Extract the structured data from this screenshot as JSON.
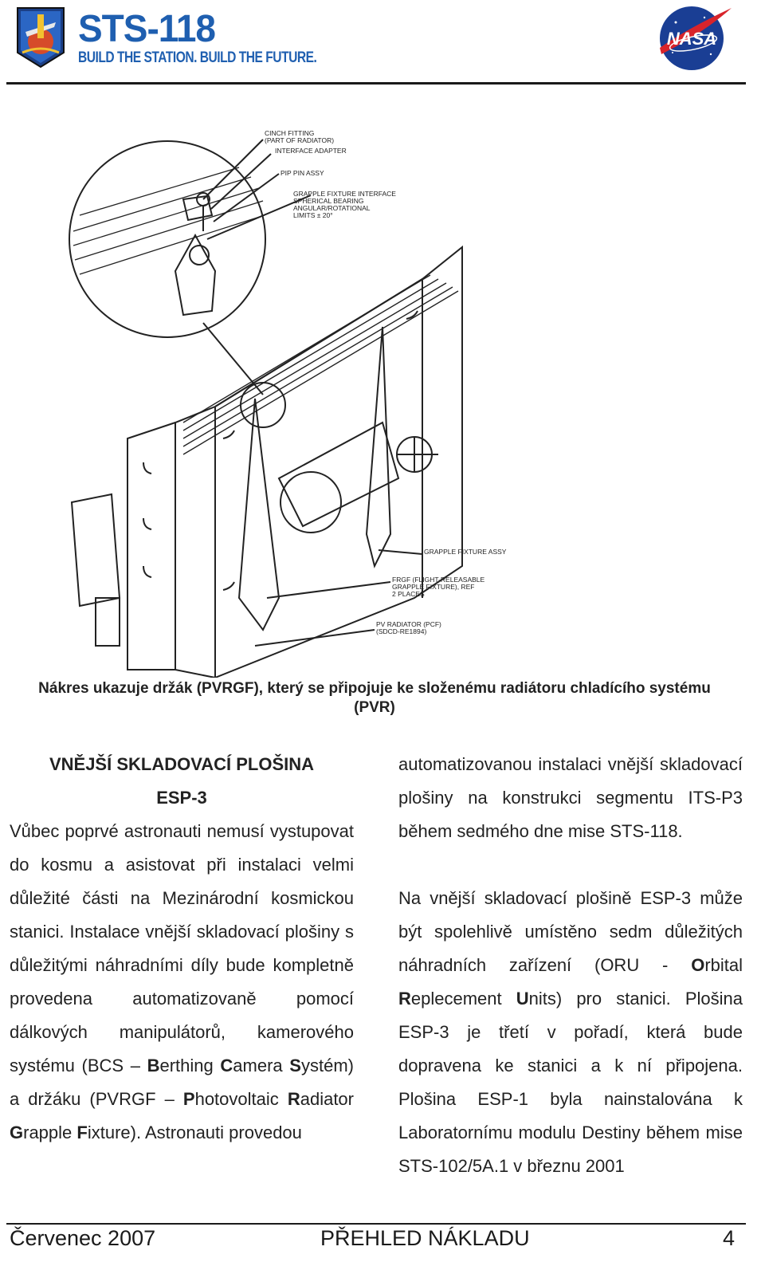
{
  "header": {
    "mission_name": "STS-118",
    "tagline": "BUILD THE STATION. BUILD THE FUTURE.",
    "logo_text": "NASA"
  },
  "figure": {
    "labels": [
      "CINCH FITTING",
      "(PART OF RADIATOR)",
      "INTERFACE ADAPTER",
      "PIP PIN ASSY",
      "GRAPPLE FIXTURE INTERFACE",
      "SPHERICAL BEARING",
      "ANGULAR/ROTATIONAL",
      "LIMITS ± 20°",
      "GRAPPLE FIXTURE ASSY",
      "FRGF (FLIGHT-RELEASABLE",
      "GRAPPLE FIXTURE), REF",
      "2 PLACES",
      "PV RADIATOR (PCF)",
      "(SDCD-RE1894)"
    ]
  },
  "caption": {
    "line1": "Nákres ukazuje držák (PVRGF), který se připojuje ke složenému radiátoru chladícího systému",
    "line2": "(PVR)"
  },
  "article": {
    "heading1": "VNĚJŠÍ SKLADOVACÍ PLOŠINA",
    "heading2": "ESP-3",
    "p1_a": "Vůbec poprvé astronauti nemusí vystupovat do kosmu a asistovat při instalaci velmi důležité části na Mezinárodní kosmickou stanici. Instalace vnější skladovací plošiny s důležitými náhradními díly bude kompletně provedena automatizovaně pomocí dálkových manipulátorů, kamerového systému (BCS – ",
    "p1_b1": "B",
    "p1_b1_rest": "erthing ",
    "p1_c1": "C",
    "p1_c1_rest": "amera ",
    "p1_s1": "S",
    "p1_s1_rest": "ystém) a držáku (PVRGF – ",
    "p1_p1": "P",
    "p1_p1_rest": "hotovoltaic ",
    "p1_r1": "R",
    "p1_r1_rest": "adiator ",
    "p1_g1": "G",
    "p1_g1_rest": "rapple ",
    "p1_f1": "F",
    "p1_f1_rest": "ixture). Astronauti provedou automatizovanou instalaci vnější skladovací plošiny na konstrukci segmentu ITS-P3 během sedmého dne mise STS-118.",
    "p2_a": "Na vnější skladovací plošině ESP-3 může být spolehlivě umístěno sedm důležitých náhradních zařízení (ORU - ",
    "p2_o": "O",
    "p2_o_rest": "rbital ",
    "p2_r": "R",
    "p2_r_rest": "eplecement ",
    "p2_u": "U",
    "p2_u_rest": "nits) pro stanici. Plošina ESP-3 je třetí v pořadí, která bude dopravena ke stanici a k ní připojena. Plošina ESP-1 byla nainstalována k Laboratornímu modulu Destiny během mise STS-102/5A.1 v březnu 2001"
  },
  "left_column": {
    "p1_part1": "Vůbec poprvé astronauti nemusí vystupovat do kosmu a asistovat při instalaci velmi důležité části na Mezinárodní kosmickou stanici. Instalace vnější skladovací plošiny s důležitými náhradními díly bude kompletně provedena automatizovaně pomocí dálkových manipulátorů, kamerového systému (BCS – "
  },
  "right_column": {
    "p1_end": "automatizovanou instalaci vnější skladovací plošiny na konstrukci segmentu ITS-P3 během sedmého dne mise STS-118."
  },
  "footer": {
    "date": "Červenec 2007",
    "title": "PŘEHLED NÁKLADU",
    "page": "4"
  }
}
